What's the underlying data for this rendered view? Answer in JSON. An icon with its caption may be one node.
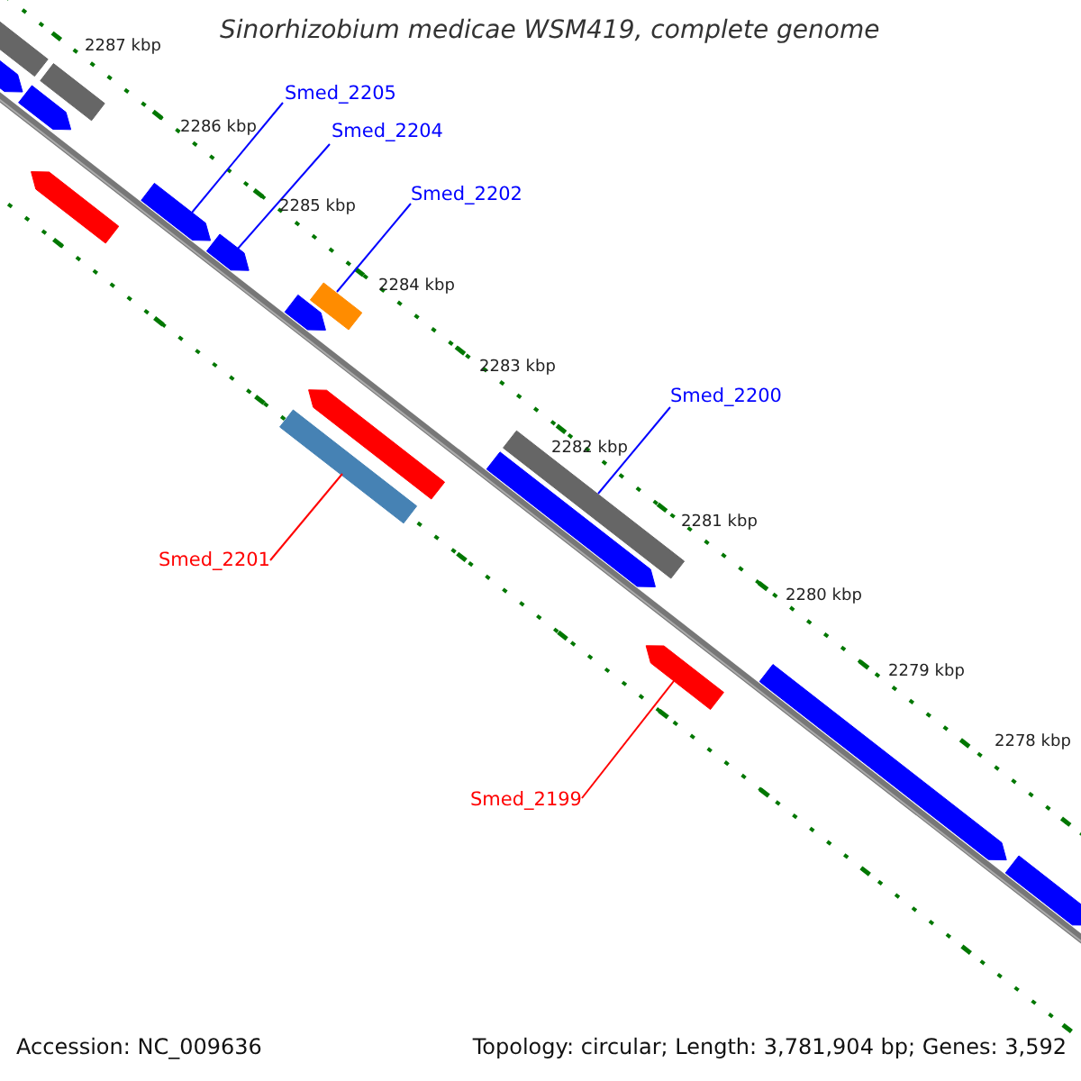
{
  "diagram": {
    "title": "Sinorhizobium medicae WSM419, complete genome",
    "nodes": [
      {
        "text": [
          "Smed_2205"
        ]
      },
      {
        "text": [
          "Smed_2204"
        ]
      },
      {
        "text": [
          "Smed_2202"
        ]
      },
      {
        "text": [
          "Smed_2200"
        ]
      },
      {
        "text": [
          "Smed_2201"
        ]
      },
      {
        "text": [
          "Smed_2199"
        ]
      },
      {
        "text": [],
        "shape": "box"
      },
      {
        "text": [],
        "shape": "arrow"
      },
      {
        "text": [],
        "shape": "box"
      },
      {
        "text": [],
        "shape": "arrow"
      },
      {
        "text": [],
        "shape": "arrow"
      },
      {
        "text": [],
        "shape": "arrow"
      },
      {
        "text": [],
        "shape": "arrow"
      },
      {
        "text": [],
        "shape": "arrow"
      },
      {
        "text": [],
        "shape": "box"
      },
      {
        "text": [],
        "shape": "arrow"
      },
      {
        "text": [],
        "shape": "box"
      },
      {
        "text": [],
        "shape": "arrow"
      },
      {
        "text": [],
        "shape": "box"
      },
      {
        "text": [],
        "shape": "arrow"
      },
      {
        "text": [],
        "shape": "arrow"
      },
      {
        "text": [],
        "shape": "arrow"
      }
    ],
    "edges": [
      {
        "from": 0,
        "to": 11,
        "arrow": "none"
      },
      {
        "from": 1,
        "to": 12,
        "arrow": "none"
      },
      {
        "from": 2,
        "to": 14,
        "arrow": "none"
      },
      {
        "from": 3,
        "to": 18,
        "arrow": "none"
      },
      {
        "from": 4,
        "to": 16,
        "arrow": "none",
        "color": "#ff0000"
      },
      {
        "from": 5,
        "to": 19,
        "arrow": "none",
        "color": "#ff0000"
      }
    ],
    "labels": [
      "2287 kbp",
      "2286 kbp",
      "2285 kbp",
      "2284 kbp",
      "2283 kbp",
      "2282 kbp",
      "2281 kbp",
      "2280 kbp",
      "2279 kbp",
      "2278 kbp",
      "Accession: NC_009636",
      "Topology: circular; Length: 3,781,904 bp; Genes: 3,592"
    ]
  }
}
